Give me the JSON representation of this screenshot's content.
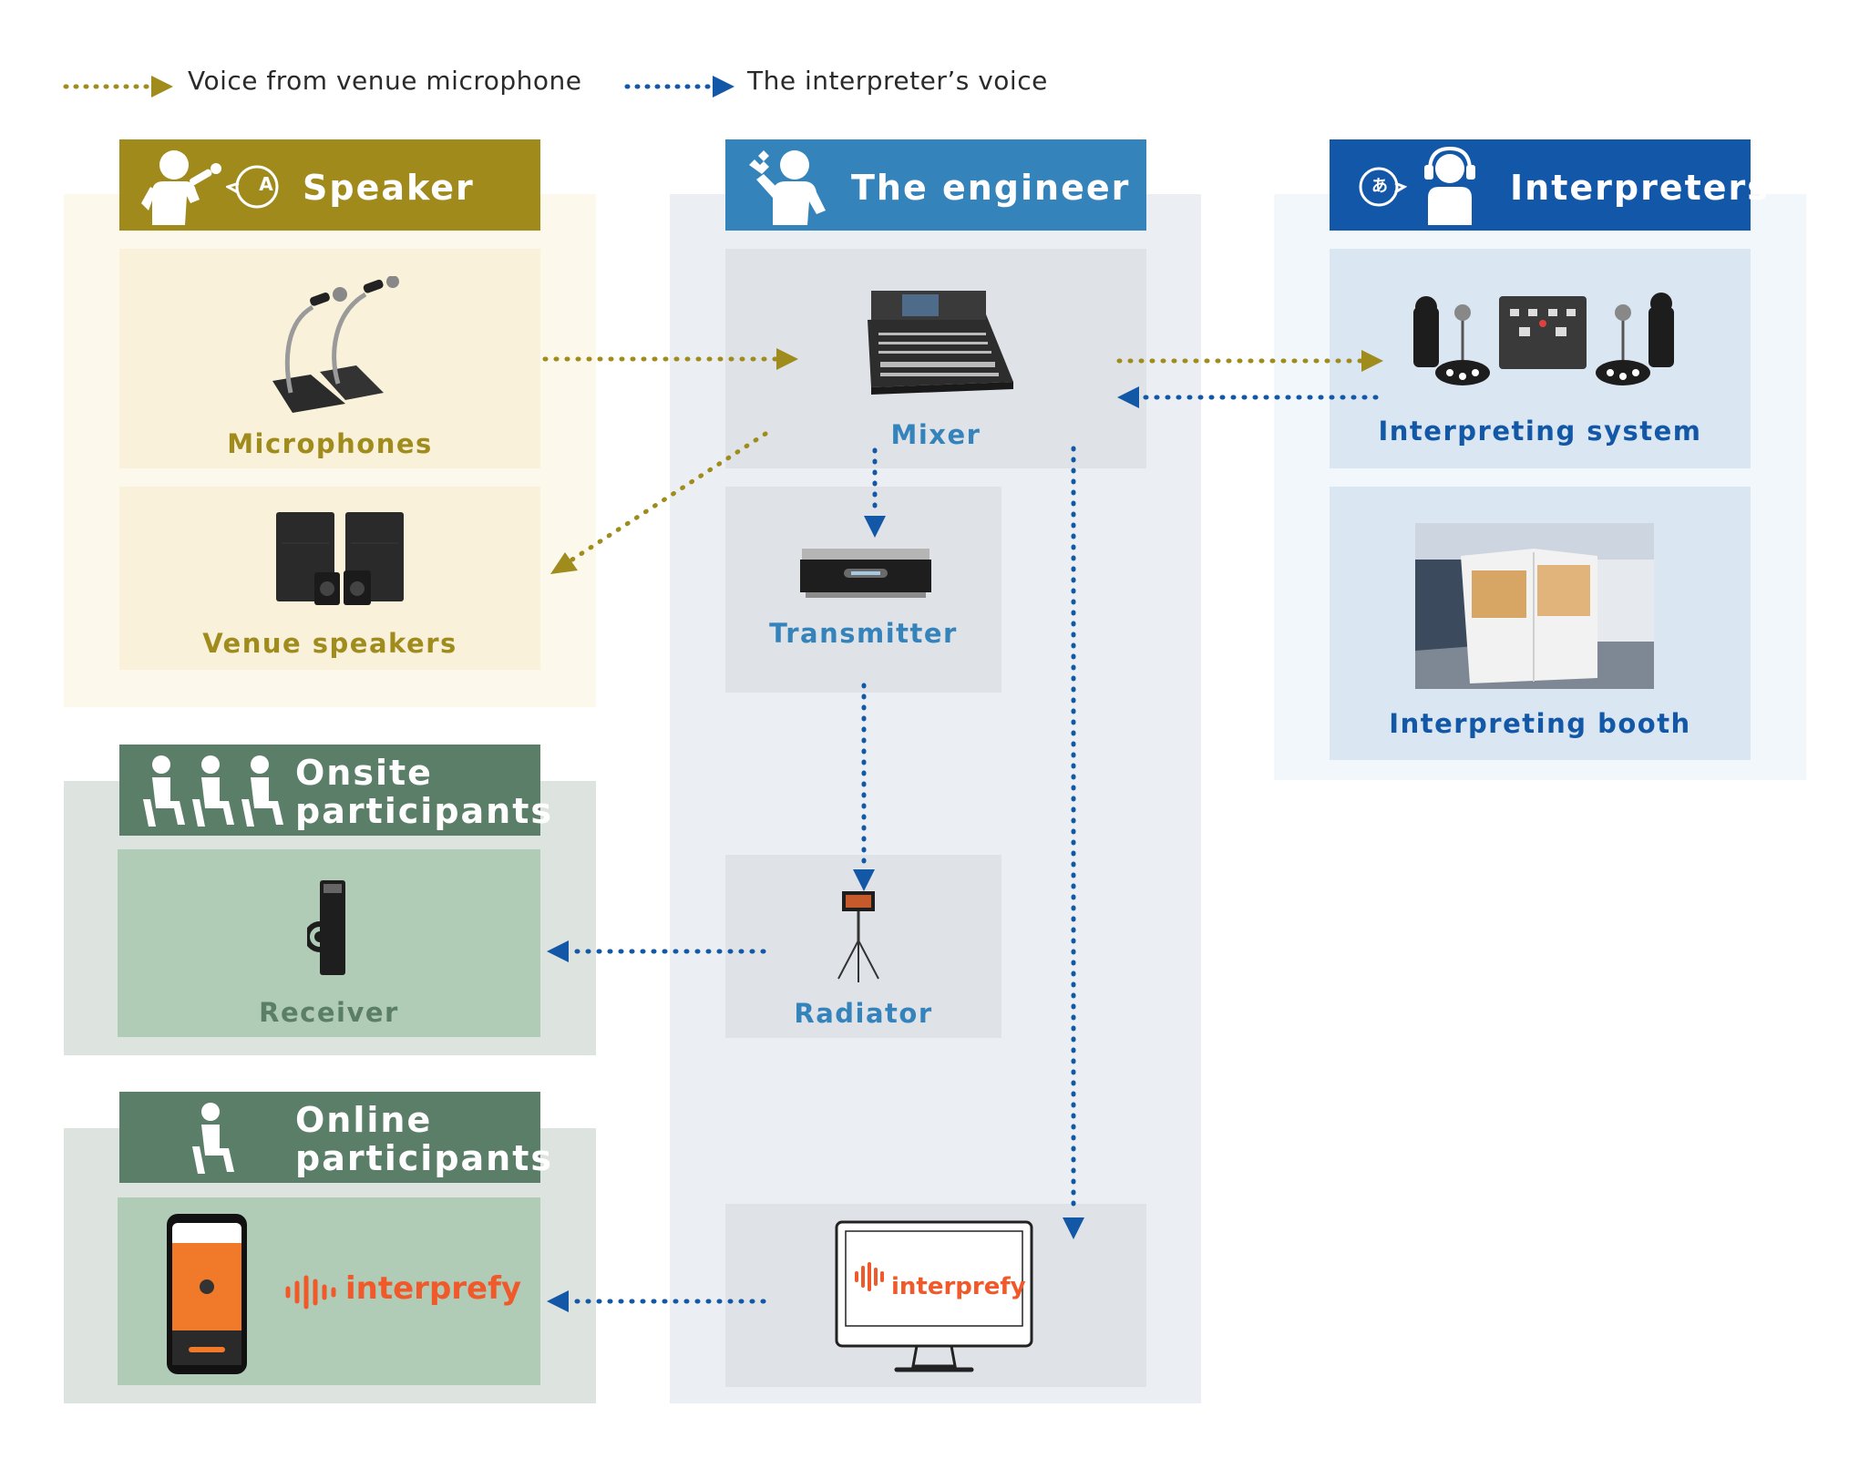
{
  "legend": {
    "venue_voice": "Voice from venue microphone",
    "interpreter_voice": "The interpreter’s voice"
  },
  "colors": {
    "venue": "#9f8c1d",
    "interpreter": "#1357a7",
    "speaker_header": "#a08a1c",
    "engineer_header": "#3583bb",
    "interpreters_header": "#1358a8",
    "participants_header": "#5a7e67"
  },
  "speaker": {
    "title": "Speaker",
    "badge": "A",
    "microphones": "Microphones",
    "venue_speakers": "Venue speakers"
  },
  "engineer": {
    "title": "The engineer",
    "mixer": "Mixer",
    "transmitter": "Transmitter",
    "radiator": "Radiator"
  },
  "interpreters": {
    "title": "Interpreters",
    "badge": "あ",
    "system": "Interpreting system",
    "booth": "Interpreting booth"
  },
  "onsite": {
    "title_line1": "Onsite",
    "title_line2": "participants",
    "receiver": "Receiver"
  },
  "online": {
    "title_line1": "Online",
    "title_line2": "participants",
    "logo_text": "interprefy",
    "monitor_logo_text": "interprefy"
  }
}
